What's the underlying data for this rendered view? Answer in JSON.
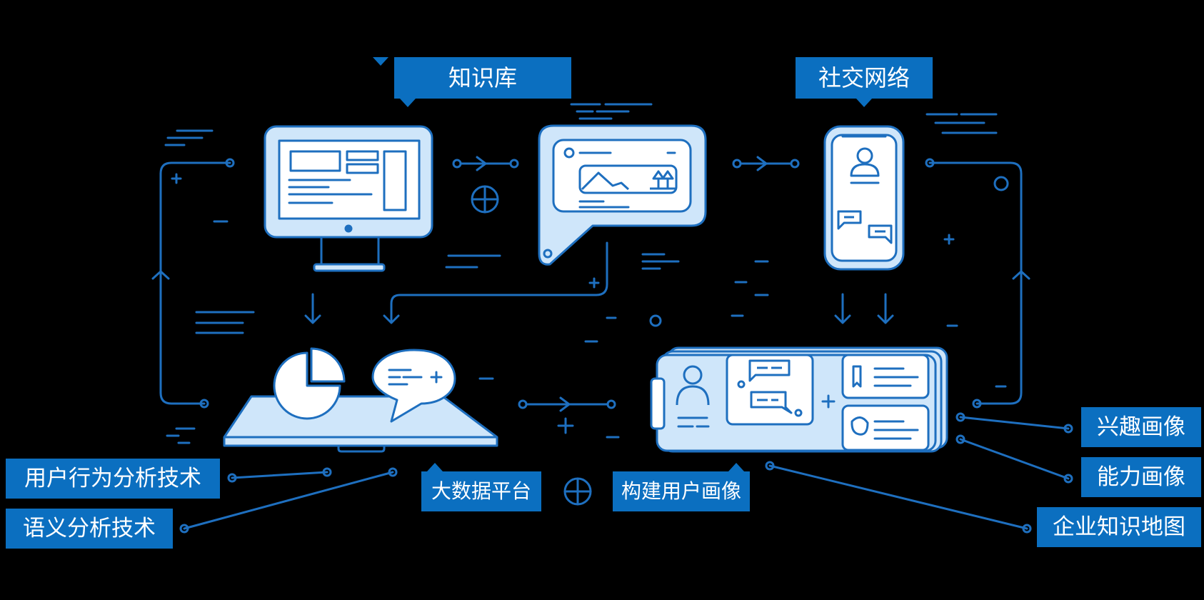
{
  "labels": {
    "knowledge_base": "知识库",
    "social_network": "社交网络",
    "user_behavior": "用户行为分析技术",
    "semantic": "语义分析技术",
    "big_data": "大数据平台",
    "build_profile": "构建用户画像",
    "interest": "兴趣画像",
    "ability": "能力画像",
    "enterprise_map": "企业知识地图"
  },
  "colors": {
    "background": "#000000",
    "line": "#1e6fbf",
    "fill": "#cfe6fa",
    "label_bg": "#0b6fc0",
    "label_text": "#ffffff"
  },
  "icons": [
    "monitor-icon",
    "speech-bubble-icon",
    "phone-icon",
    "laptop-icon",
    "pie-chart-icon",
    "profile-card-icon",
    "circled-plus-icon"
  ]
}
